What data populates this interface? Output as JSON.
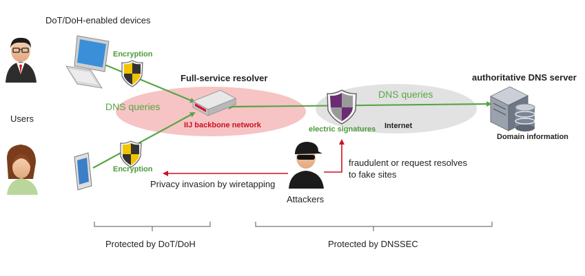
{
  "title_devices": "DoT/DoH-enabled devices",
  "users_label": "Users",
  "encryption_top": "Encryption",
  "encryption_bottom": "Encryption",
  "resolver_title": "Full-service resolver",
  "dns_queries_left": "DNS queries",
  "backbone_label": "IIJ backbone network",
  "dns_queries_right": "DNS queries",
  "signatures_label": "electric signatures",
  "internet_label": "Internet",
  "auth_server_title": "authoritative DNS server",
  "domain_info_label": "Domain information",
  "fraud_line1": "fraudulent or request resolves",
  "fraud_line2": "to fake sites",
  "privacy_label": "Privacy invasion by wiretapping",
  "attackers_label": "Attackers",
  "protected_dot": "Protected by DoT/DoH",
  "protected_dnssec": "Protected by DNSSEC",
  "colors": {
    "green_arrow": "#58a447",
    "red_arrow": "#cc1122",
    "pink_zone": "#f6c4c4",
    "gray_zone": "#e4e4e4",
    "shield_yellow": "#f2c400",
    "shield_purple": "#6b2c73"
  },
  "icons": [
    "user-man-icon",
    "user-woman-icon",
    "desktop-computer-icon",
    "smartphone-icon",
    "shield-icon",
    "router-icon",
    "dns-server-icon",
    "database-icon",
    "attacker-icon"
  ]
}
